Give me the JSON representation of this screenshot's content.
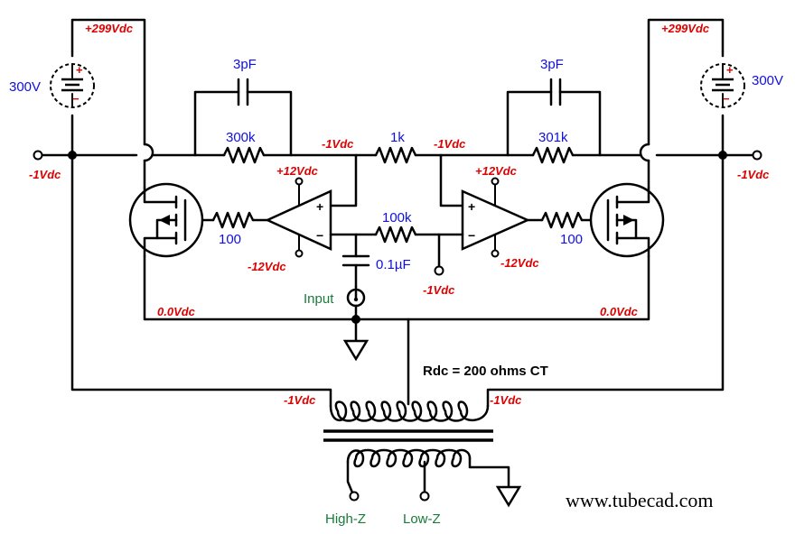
{
  "supply": {
    "left_voltage": "300V",
    "right_voltage": "300V",
    "left_rail": "+299Vdc",
    "right_rail": "+299Vdc"
  },
  "nodes": {
    "left_input": "-1Vdc",
    "right_input": "-1Vdc",
    "left_summing": "-1Vdc",
    "right_summing": "-1Vdc",
    "left_source": "0.0Vdc",
    "right_source": "0.0Vdc",
    "bias": "-1Vdc",
    "xfmr_left": "-1Vdc",
    "xfmr_right": "-1Vdc"
  },
  "opamps": {
    "left_vpos": "+12Vdc",
    "left_vneg": "-12Vdc",
    "right_vpos": "+12Vdc",
    "right_vneg": "-12Vdc",
    "plus_sign": "+",
    "minus_sign": "−"
  },
  "components": {
    "left_cap": "3pF",
    "right_cap": "3pF",
    "left_feedback_resistor": "300k",
    "right_feedback_resistor": "301k",
    "bridge_resistor": "1k",
    "lower_resistor": "100k",
    "coupling_cap": "0.1µF",
    "left_gate_resistor": "100",
    "right_gate_resistor": "100"
  },
  "input_label": "Input",
  "transformer": {
    "rdc_label": "Rdc = 200 ohms CT",
    "high_z": "High-Z",
    "low_z": "Low-Z"
  },
  "watermark": "www.tubecad.com"
}
